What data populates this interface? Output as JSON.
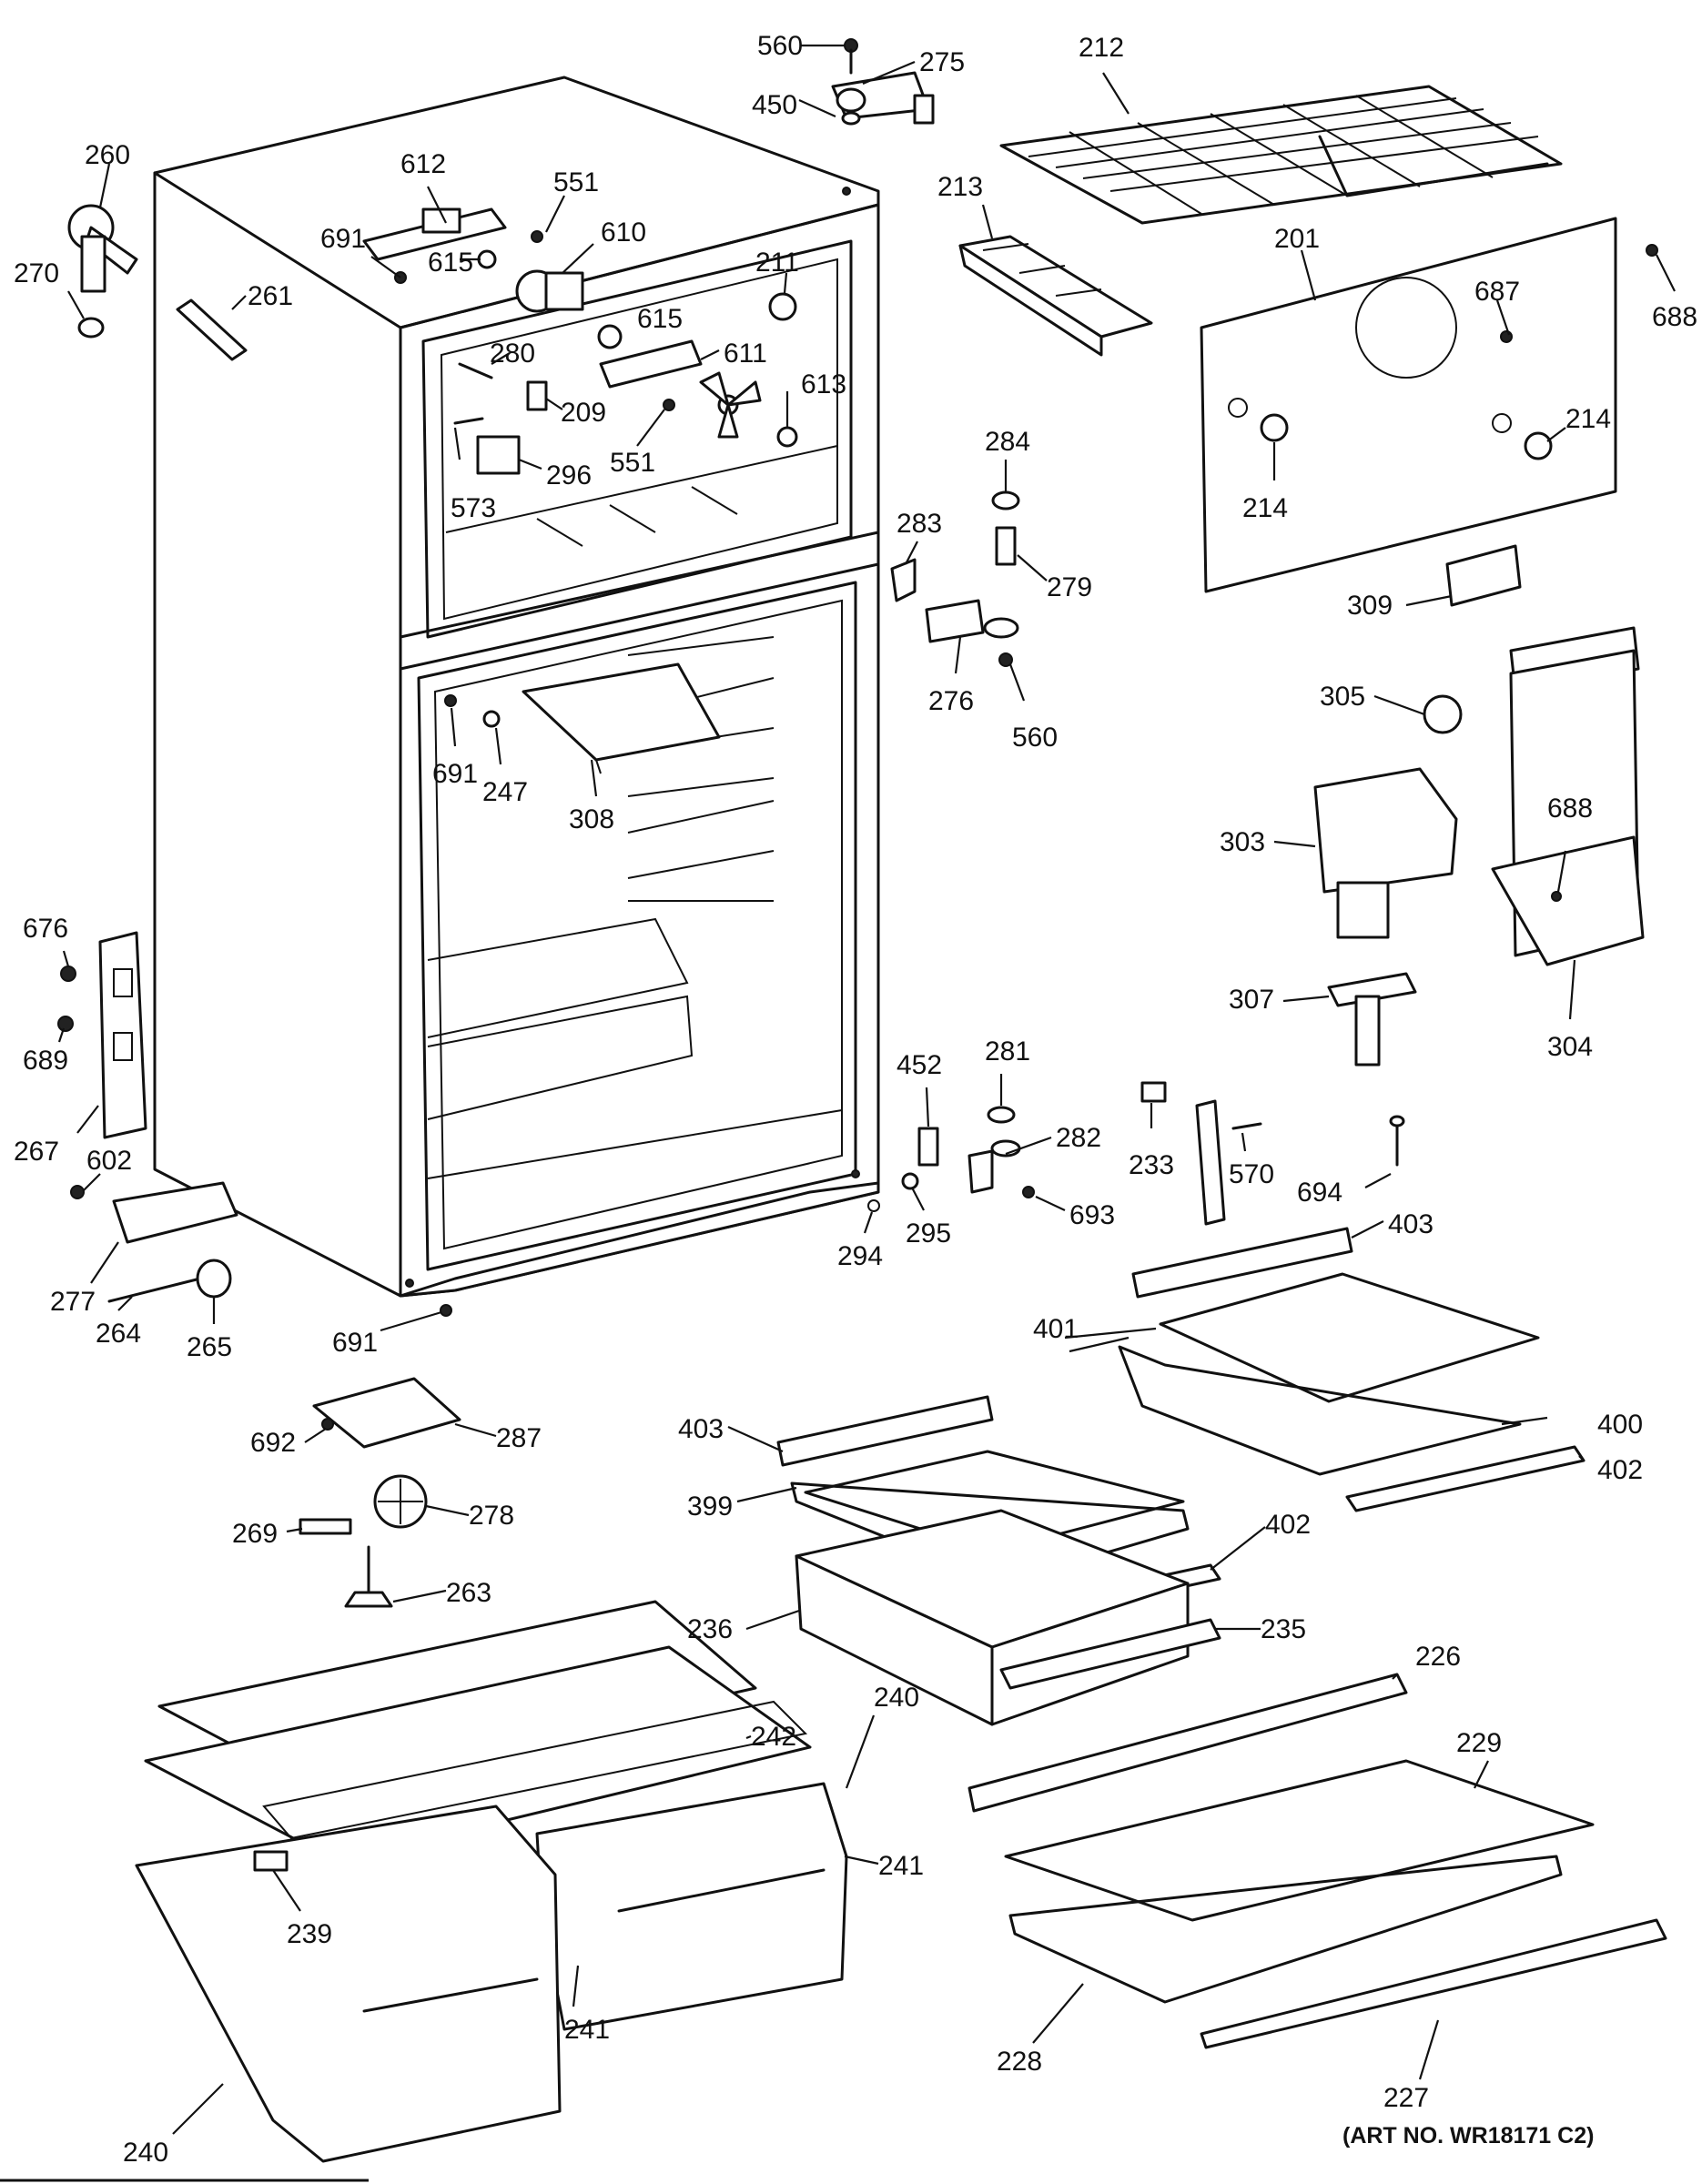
{
  "art_number": "(ART NO. WR18171 C2)",
  "callouts": [
    "560",
    "275",
    "450",
    "212",
    "260",
    "270",
    "261",
    "612",
    "551",
    "691",
    "615",
    "610",
    "211",
    "280",
    "209",
    "573",
    "296",
    "551",
    "611",
    "613",
    "213",
    "201",
    "687",
    "688",
    "214",
    "214",
    "284",
    "279",
    "283",
    "276",
    "560",
    "309",
    "305",
    "303",
    "688",
    "307",
    "304",
    "308",
    "691",
    "247",
    "676",
    "689",
    "267",
    "602",
    "277",
    "264",
    "265",
    "691",
    "452",
    "281",
    "282",
    "294",
    "295",
    "693",
    "233",
    "570",
    "694",
    "403",
    "401",
    "403",
    "400",
    "402",
    "399",
    "402",
    "236",
    "235",
    "692",
    "287",
    "278",
    "269",
    "263",
    "226",
    "229",
    "242",
    "240",
    "241",
    "239",
    "241",
    "228",
    "227",
    "240"
  ]
}
